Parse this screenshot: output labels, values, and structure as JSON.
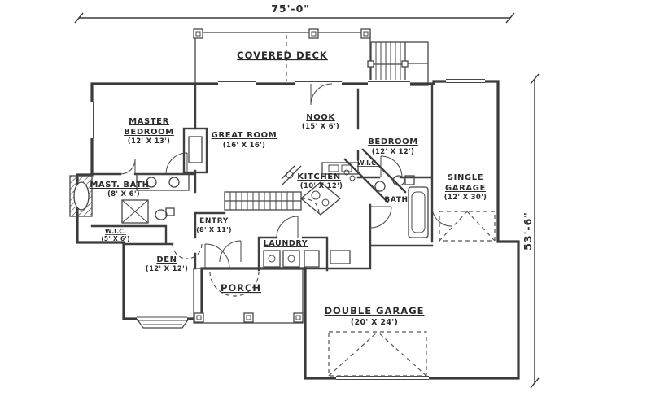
{
  "drawing": {
    "type": "floor-plan",
    "background": "#ffffff",
    "line_color": "#3a3a3a",
    "text_color": "#2b2b2b"
  },
  "dimensions": {
    "width_label": "75'-0\"",
    "height_label": "53'-6\""
  },
  "rooms": {
    "covered_deck": {
      "name": "COVERED DECK"
    },
    "master_bedroom": {
      "name1": "MASTER",
      "name2": "BEDROOM",
      "dims": "(12' X 13')"
    },
    "great_room": {
      "name": "GREAT ROOM",
      "dims": "(16' X 16')"
    },
    "nook": {
      "name": "NOOK",
      "dims": "(15' X 6')"
    },
    "bedroom": {
      "name": "BEDROOM",
      "dims": "(12' X 12')"
    },
    "kitchen": {
      "name": "KITCHEN",
      "dims": "(10' X 12')"
    },
    "wic_hall": {
      "name": "W.I.C."
    },
    "wic_master": {
      "name": "W.I.C.",
      "dims": "(5' X 6')"
    },
    "mast_bath": {
      "name": "MAST. BATH",
      "dims": "(8' X 6')"
    },
    "bath": {
      "name": "BATH"
    },
    "entry": {
      "name": "ENTRY",
      "dims": "(8' X 11')"
    },
    "laundry": {
      "name": "LAUNDRY"
    },
    "den": {
      "name": "DEN",
      "dims": "(12' X 12')"
    },
    "porch": {
      "name": "PORCH"
    },
    "single_garage": {
      "name1": "SINGLE",
      "name2": "GARAGE",
      "dims": "(12' X 30')"
    },
    "double_garage": {
      "name": "DOUBLE GARAGE",
      "dims": "(20' X 24')"
    }
  }
}
